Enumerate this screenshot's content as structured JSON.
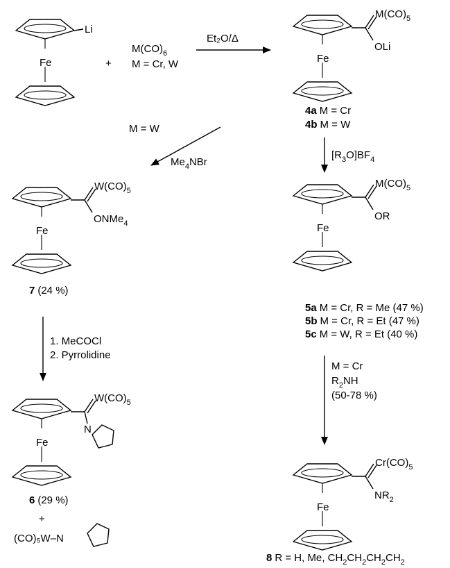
{
  "ferrocene": {
    "metal": "Fe"
  },
  "reactants": {
    "lithioferrocene_substituent": "Li",
    "carbonyl_formula": "M(CO)",
    "carbonyl_subscript": "6",
    "metal_choice": "M = Cr, W",
    "plus": "+"
  },
  "arrows": {
    "step1_condition": "Et₂O/Δ",
    "branch_w_condition": "M = W",
    "branch_w_reagent_prefix": "Me",
    "branch_w_reagent_sub": "4",
    "branch_w_reagent_suffix": "NBr",
    "alkylation_reagent_pre": "[R",
    "alkylation_reagent_sub": "3",
    "alkylation_reagent_post": "O]BF",
    "alkylation_reagent_sub2": "4",
    "acylation_step1": "1. MeCOCl",
    "acylation_step2": "2. Pyrrolidine",
    "aminolysis_condition": "M = Cr",
    "aminolysis_reagent_pre": "R",
    "aminolysis_reagent_sub": "2",
    "aminolysis_reagent_post": "NH",
    "aminolysis_yield": "(50-78 %)"
  },
  "compound_4": {
    "carbonyl": "M(CO)",
    "carbonyl_sub": "5",
    "substituent": "OLi",
    "labels": [
      {
        "id": "4a",
        "text": "M = Cr"
      },
      {
        "id": "4b",
        "text": "M = W"
      }
    ]
  },
  "compound_5": {
    "carbonyl": "M(CO)",
    "carbonyl_sub": "5",
    "substituent": "OR",
    "labels": [
      {
        "id": "5a",
        "text": "M = Cr, R = Me (47 %)"
      },
      {
        "id": "5b",
        "text": "M = Cr, R = Et (47 %)"
      },
      {
        "id": "5c",
        "text": "M = W, R = Et (40 %)"
      }
    ]
  },
  "compound_7": {
    "carbonyl": "W(CO)",
    "carbonyl_sub": "5",
    "substituent": "ONMe",
    "substituent_sub": "4",
    "id": "7",
    "yield": "(24 %)"
  },
  "compound_6": {
    "carbonyl": "W(CO)",
    "carbonyl_sub": "5",
    "id": "6",
    "yield": "(29 %)"
  },
  "byproduct": {
    "plus": "+",
    "label": "(CO)₅W–N"
  },
  "compound_8": {
    "carbonyl": "Cr(CO)",
    "carbonyl_sub": "5",
    "substituent": "NR",
    "substituent_sub": "2",
    "id": "8",
    "r_pre": "R = H, Me, CH",
    "r_mid1": "CH",
    "r_mid2": "CH",
    "r_mid3": "CH",
    "sub2": "2"
  }
}
